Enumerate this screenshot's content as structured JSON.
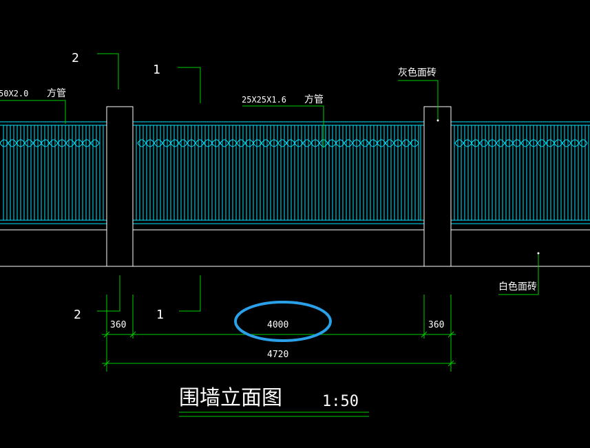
{
  "drawing": {
    "title": "围墙立面图",
    "scale": "1:50",
    "callouts": {
      "section_2_top": "2",
      "section_1_top": "1",
      "section_2_bottom": "2",
      "section_1_bottom": "1"
    },
    "annotations": {
      "left_pipe_size": "50X2.0",
      "left_pipe_name": "方管",
      "mid_pipe_size": "25X25X1.6",
      "mid_pipe_name": "方管",
      "gray_tile": "灰色面砖",
      "white_tile": "白色面砖"
    },
    "dimensions": {
      "left_pillar": "360",
      "panel": "4000",
      "right_pillar": "360",
      "total": "4720"
    },
    "colors": {
      "background": "#000000",
      "wall_lines": "#ffffff",
      "fence": "#00e5ff",
      "leaders": "#00d000",
      "dimension_lines": "#00d000",
      "highlight": "#2aa0e8"
    }
  }
}
